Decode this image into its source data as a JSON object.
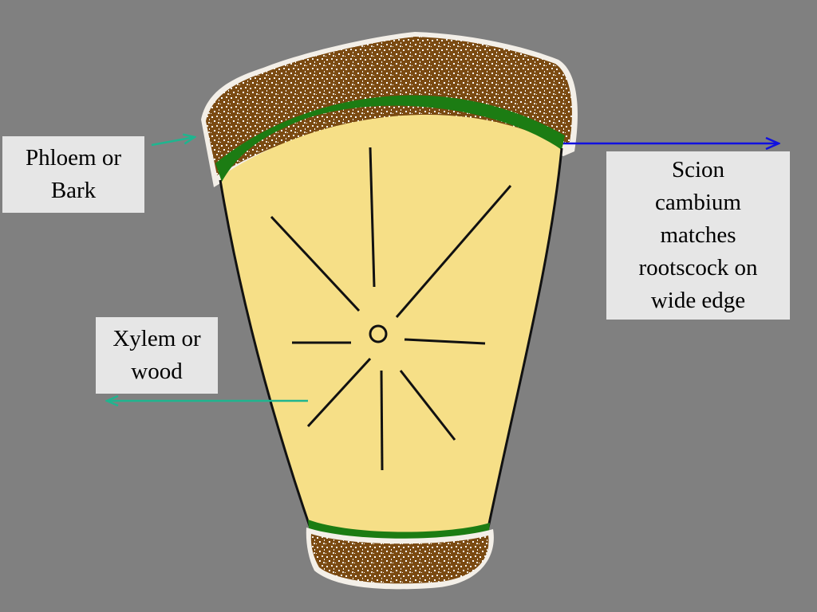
{
  "labels": {
    "phloem": "Phloem or\nBark",
    "xylem": "Xylem or\nwood",
    "cambium": "Scion\ncambium\nmatches\nrootscock on\nwide edge"
  },
  "colors": {
    "background": "#808080",
    "wood": "#f6df87",
    "bark": "#7a4a12",
    "cambium": "#1c7c13",
    "label_box": "#e6e6e6",
    "arrow_teal": "#1fb58f",
    "arrow_blue": "#1010e0"
  }
}
